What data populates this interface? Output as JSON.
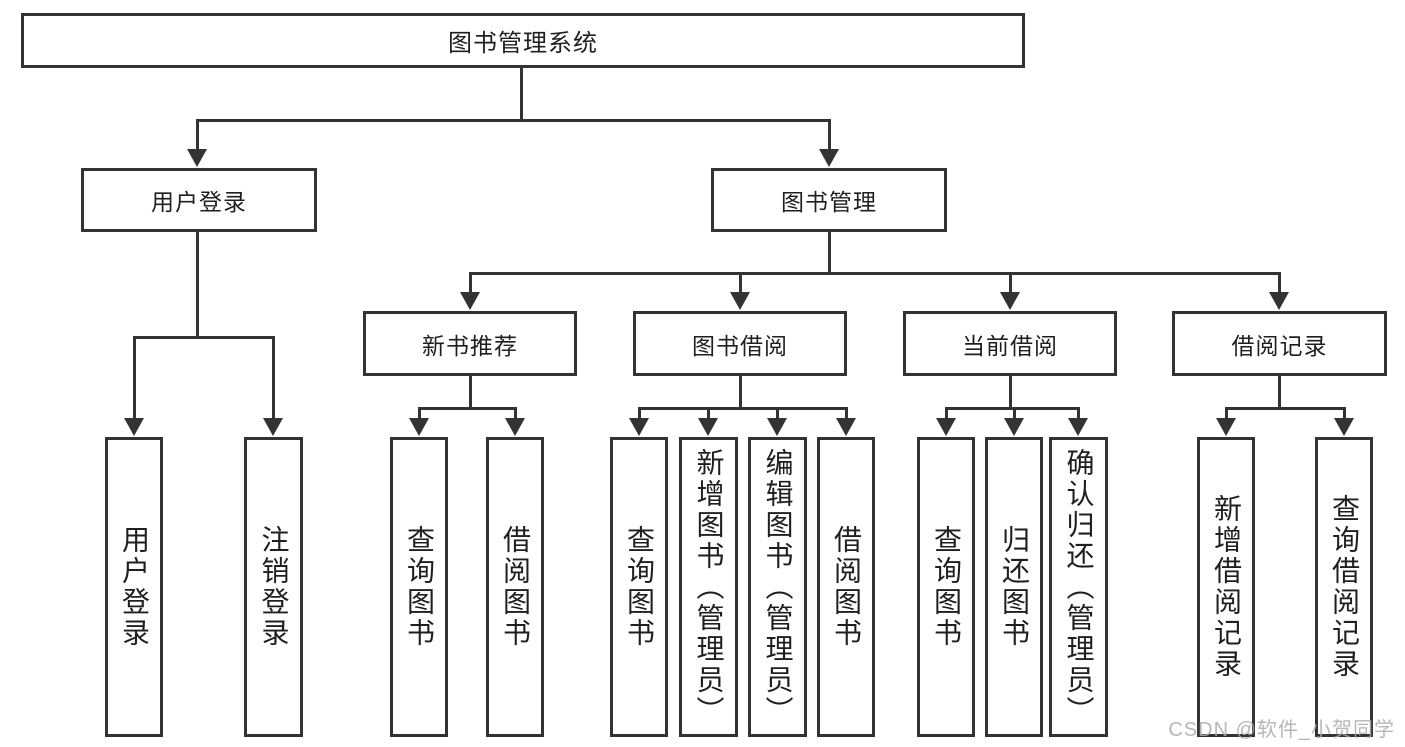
{
  "root": {
    "label": "图书管理系统"
  },
  "level2": {
    "user_login": {
      "label": "用户登录"
    },
    "book_management": {
      "label": "图书管理"
    }
  },
  "level3": {
    "new_book_recommend": {
      "label": "新书推荐"
    },
    "book_borrow": {
      "label": "图书借阅"
    },
    "current_borrow": {
      "label": "当前借阅"
    },
    "borrow_records": {
      "label": "借阅记录"
    }
  },
  "leaves": {
    "user_login_children": [
      {
        "label": "用户登录"
      },
      {
        "label": "注销登录"
      }
    ],
    "new_book_children": [
      {
        "label": "查询图书"
      },
      {
        "label": "借阅图书"
      }
    ],
    "book_borrow_children": [
      {
        "label": "查询图书"
      },
      {
        "label": "新增图书（管理员）"
      },
      {
        "label": "编辑图书（管理员）"
      },
      {
        "label": "借阅图书"
      }
    ],
    "current_borrow_children": [
      {
        "label": "查询图书"
      },
      {
        "label": "归还图书"
      },
      {
        "label": "确认归还（管理员）"
      }
    ],
    "borrow_records_children": [
      {
        "label": "新增借阅记录"
      },
      {
        "label": "查询借阅记录"
      }
    ]
  },
  "watermark": {
    "text": "CSDN @软件_小贺同学"
  },
  "colors": {
    "line": "#333333",
    "text": "#1f1f1f",
    "box_background": "#ffffff",
    "watermark": "#aaaaaa"
  }
}
